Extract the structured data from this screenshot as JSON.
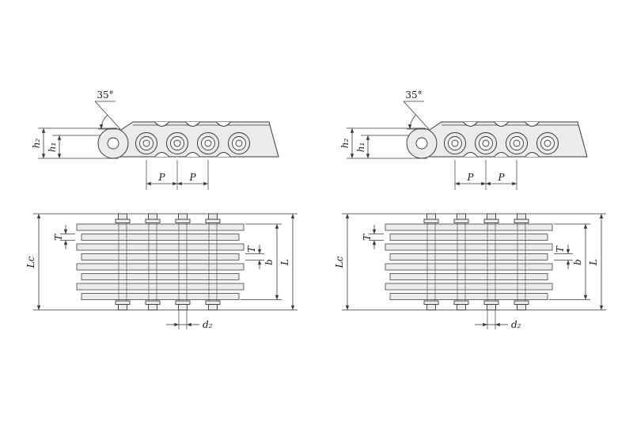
{
  "colors": {
    "background": "#ffffff",
    "line": "#3a3a3a",
    "fill": "#ebebeb",
    "text": "#1a1a1a"
  },
  "labels": {
    "angle": "35°",
    "h2": "h₂",
    "h1": "h₁",
    "pitch": "P",
    "lc": "Lc",
    "t": "T",
    "b": "b",
    "l": "L",
    "d2": "d₂"
  }
}
